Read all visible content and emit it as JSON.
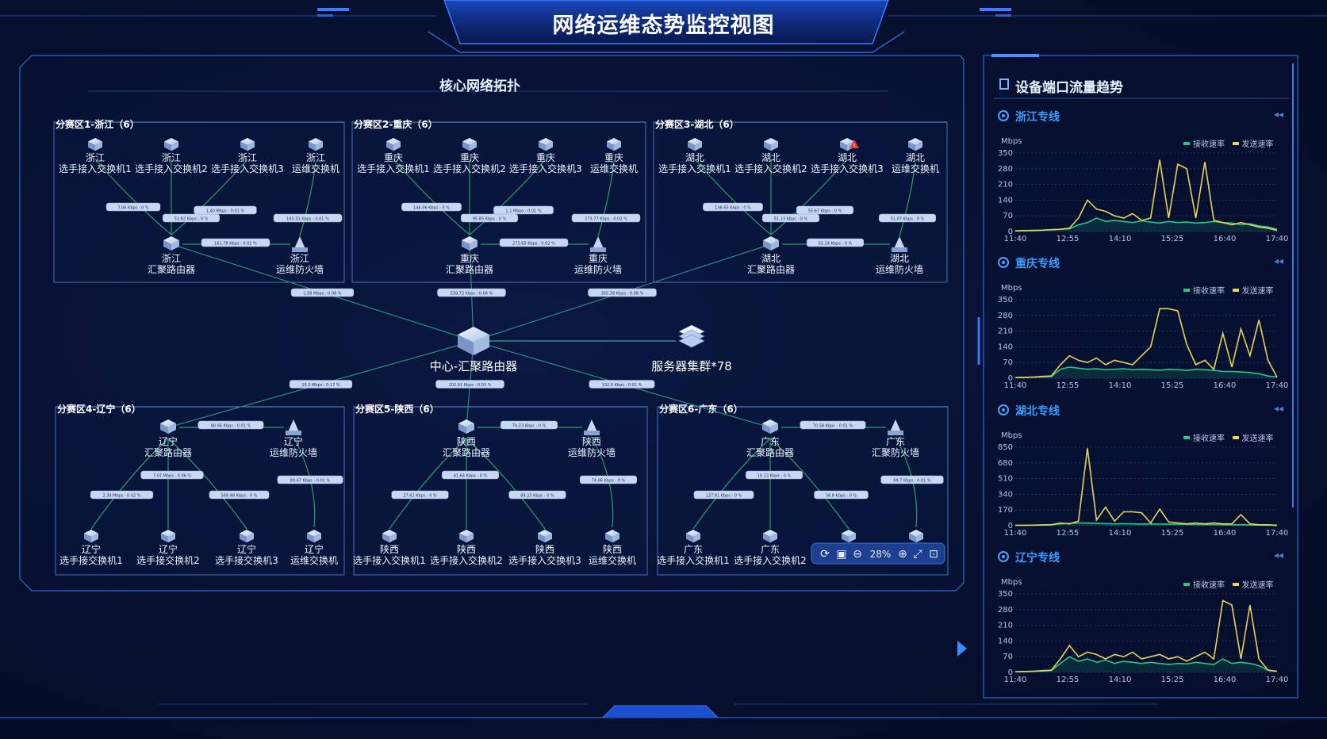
{
  "header": {
    "title": "网络运维态势监控视图"
  },
  "topology": {
    "title": "核心网络拓扑",
    "center": {
      "router_label": "中心-汇聚路由器",
      "server_label": "服务器集群*78"
    },
    "regions": [
      {
        "title": "分赛区1-浙江（6）",
        "switches": [
          {
            "l1": "浙江",
            "l2": "选手接入交换机1"
          },
          {
            "l1": "浙江",
            "l2": "选手接入交换机2"
          },
          {
            "l1": "浙江",
            "l2": "选手接入交换机3"
          },
          {
            "l1": "浙江",
            "l2": "运维交换机"
          }
        ],
        "router": {
          "l1": "浙江",
          "l2": "汇聚路由器"
        },
        "firewall": {
          "l1": "浙江",
          "l2": "运维防火墙"
        },
        "link_rates": [
          "7.06 Kbps : 0 %",
          "52.82 Kbps : 0 %",
          "1.40 Mbps : 0.01 %",
          "163.31 Kbps : 0.01 %",
          "161.78 Kbps : 0.01 %"
        ],
        "uplink_rate": "1.58 Mbps : 0.08 %"
      },
      {
        "title": "分赛区2-重庆（6）",
        "switches": [
          {
            "l1": "重庆",
            "l2": "选手接入交换机1"
          },
          {
            "l1": "重庆",
            "l2": "选手接入交换机2"
          },
          {
            "l1": "重庆",
            "l2": "选手接入交换机3"
          },
          {
            "l1": "重庆",
            "l2": "运维交换机"
          }
        ],
        "router": {
          "l1": "重庆",
          "l2": "汇聚路由器"
        },
        "firewall": {
          "l1": "重庆",
          "l2": "运维防火墙"
        },
        "link_rates": [
          "146.06 Kbps : 0 %",
          "95.85 Kbps : 0 %",
          "1.1 Mbps : 0.01 %",
          "273.77 Kbps : 0.02 %",
          "273.65 Kbps : 0.02 %"
        ],
        "uplink_rate": "539.72 Kbps : 0.04 %"
      },
      {
        "title": "分赛区3-湖北（6）",
        "switches": [
          {
            "l1": "湖北",
            "l2": "选手接入交换机1"
          },
          {
            "l1": "湖北",
            "l2": "选手接入交换机2"
          },
          {
            "l1": "湖北",
            "l2": "选手接入交换机3"
          },
          {
            "l1": "湖北",
            "l2": "运维交换机"
          }
        ],
        "router": {
          "l1": "湖北",
          "l2": "汇聚路由器"
        },
        "firewall": {
          "l1": "湖北",
          "l2": "运维防火墙"
        },
        "link_rates": [
          "136.65 Kbps : 0 %",
          "51.13 Kbps : 0 %",
          "55.67 Kbps : 0 %",
          "51.07 Kbps : 0 %",
          "51.24 Kbps : 0 %"
        ],
        "uplink_rate": "365.38 Kbps : 0.08 %"
      },
      {
        "title": "分赛区4-辽宁（6）",
        "switches": [
          {
            "l1": "辽宁",
            "l2": "选手接交换机1"
          },
          {
            "l1": "辽宁",
            "l2": "选手接交换机2"
          },
          {
            "l1": "辽宁",
            "l2": "选手接交换机3"
          },
          {
            "l1": "辽宁",
            "l2": "运维交换机"
          }
        ],
        "router": {
          "l1": "辽宁",
          "l2": "汇聚路由器"
        },
        "firewall": {
          "l1": "辽宁",
          "l2": "运维防火墙"
        },
        "link_rates": [
          "2.39 Mbps : 0.02 %",
          "7.07 Mbps : 0.06 %",
          "569.48 Kbps : 0 %",
          "80.67 Kbps : 0.01 %",
          "80.95 Kbps : 0.01 %"
        ],
        "uplink_rate": "10.2 Mbps : 0.17 %"
      },
      {
        "title": "分赛区5-陕西（6）",
        "switches": [
          {
            "l1": "陕西",
            "l2": "选手接入交换机1"
          },
          {
            "l1": "陕西",
            "l2": "选手接入交换机2"
          },
          {
            "l1": "陕西",
            "l2": "选手接入交换机3"
          },
          {
            "l1": "陕西",
            "l2": "运维交换机"
          }
        ],
        "router": {
          "l1": "陕西",
          "l2": "汇聚路由器"
        },
        "firewall": {
          "l1": "陕西",
          "l2": "运维防火墙"
        },
        "link_rates": [
          "27.62 Kbps : 0 %",
          "41.64 Kbps : 0 %",
          "89.23 Kbps : 0 %",
          "74.06 Kbps : 0 %",
          "74.23 Kbps : 0 %"
        ],
        "uplink_rate": "102.91 Kbps : 0.03 %"
      },
      {
        "title": "分赛区6-广东（6）",
        "switches": [
          {
            "l1": "广东",
            "l2": "选手接入交换机1"
          },
          {
            "l1": "广东",
            "l2": "选手接入交换机2"
          },
          {
            "l1": "",
            "l2": ""
          },
          {
            "l1": "",
            "l2": ""
          }
        ],
        "router": {
          "l1": "广东",
          "l2": "汇聚路由器"
        },
        "firewall": {
          "l1": "广东",
          "l2": "汇聚防火墙"
        },
        "link_rates": [
          "127.91 Kbps : 0 %",
          "10.13 Kbps : 0 %",
          "56.8 Kbps : 0 %",
          "69.7 Kbps : 0.01 %",
          "70.58 Kbps : 0.01 %"
        ],
        "uplink_rate": "132.8 Kbps : 0.01 %"
      }
    ],
    "toolbar": {
      "zoom": "28%"
    }
  },
  "traffic_panel": {
    "title": "设备端口流量趋势",
    "legend_recv": "接收速率",
    "legend_send": "发送速率",
    "unit": "Mbps",
    "colors": {
      "recv": "#22c88a",
      "send": "#e8d35a",
      "accent": "#3c9cff"
    },
    "x_ticks": [
      "11:40",
      "12:55",
      "14:10",
      "15:25",
      "16:40",
      "17:40"
    ],
    "charts": [
      {
        "name": "浙江专线",
        "y_ticks": [
          "350",
          "280",
          "210",
          "140",
          "70",
          "0"
        ],
        "chart_data": {
          "type": "line",
          "ylim": [
            0,
            350
          ],
          "x": [
            "11:40",
            "12:55",
            "14:10",
            "15:25",
            "16:40",
            "17:40"
          ],
          "series": [
            {
              "name": "接收速率",
              "values": [
                3,
                5,
                4,
                6,
                8,
                10,
                12,
                30,
                40,
                60,
                45,
                50,
                45,
                40,
                48,
                42,
                38,
                45,
                40,
                42,
                38,
                40,
                45,
                40,
                38,
                30,
                35,
                25,
                20,
                10
              ]
            },
            {
              "name": "发送速率",
              "values": [
                3,
                4,
                5,
                6,
                8,
                10,
                15,
                60,
                140,
                100,
                90,
                70,
                60,
                80,
                50,
                60,
                320,
                60,
                300,
                280,
                60,
                310,
                50,
                40,
                30,
                40,
                30,
                20,
                15,
                5
              ]
            }
          ]
        }
      },
      {
        "name": "重庆专线",
        "y_ticks": [
          "350",
          "280",
          "210",
          "140",
          "70",
          "0"
        ],
        "chart_data": {
          "type": "line",
          "ylim": [
            0,
            350
          ],
          "x": [
            "11:40",
            "12:55",
            "14:10",
            "15:25",
            "16:40",
            "17:40"
          ],
          "series": [
            {
              "name": "接收速率",
              "values": [
                3,
                4,
                5,
                6,
                8,
                40,
                50,
                45,
                40,
                42,
                38,
                40,
                42,
                38,
                40,
                38,
                36,
                40,
                38,
                35,
                40,
                38,
                35,
                30,
                30,
                28,
                25,
                20,
                10,
                5
              ]
            },
            {
              "name": "发送速率",
              "values": [
                3,
                4,
                5,
                8,
                10,
                60,
                100,
                80,
                70,
                90,
                60,
                80,
                70,
                60,
                100,
                140,
                310,
                310,
                300,
                150,
                60,
                80,
                40,
                200,
                50,
                220,
                100,
                260,
                80,
                5
              ]
            }
          ]
        }
      },
      {
        "name": "湖北专线",
        "y_ticks": [
          "850",
          "680",
          "510",
          "340",
          "170",
          "0"
        ],
        "chart_data": {
          "type": "line",
          "ylim": [
            0,
            850
          ],
          "x": [
            "11:40",
            "12:55",
            "14:10",
            "15:25",
            "16:40",
            "17:40"
          ],
          "series": [
            {
              "name": "接收速率",
              "values": [
                5,
                5,
                6,
                8,
                10,
                20,
                25,
                30,
                28,
                25,
                22,
                20,
                22,
                20,
                18,
                20,
                18,
                16,
                18,
                15,
                14,
                12,
                12,
                10,
                10,
                10,
                8,
                6,
                5,
                5
              ]
            },
            {
              "name": "发送速率",
              "values": [
                5,
                5,
                6,
                8,
                10,
                30,
                20,
                50,
                840,
                60,
                200,
                50,
                150,
                150,
                140,
                30,
                180,
                40,
                30,
                20,
                30,
                20,
                30,
                20,
                20,
                120,
                20,
                10,
                10,
                5
              ]
            }
          ]
        }
      },
      {
        "name": "辽宁专线",
        "y_ticks": [
          "350",
          "280",
          "210",
          "140",
          "70",
          "0"
        ],
        "chart_data": {
          "type": "line",
          "ylim": [
            0,
            350
          ],
          "x": [
            "11:40",
            "12:55",
            "14:10",
            "15:25",
            "16:40",
            "17:40"
          ],
          "series": [
            {
              "name": "接收速率",
              "values": [
                3,
                4,
                5,
                6,
                8,
                40,
                70,
                50,
                60,
                45,
                55,
                40,
                50,
                45,
                40,
                45,
                40,
                35,
                40,
                38,
                45,
                40,
                35,
                60,
                40,
                45,
                40,
                30,
                10,
                5
              ]
            },
            {
              "name": "发送速率",
              "values": [
                3,
                4,
                5,
                8,
                10,
                60,
                120,
                70,
                90,
                80,
                60,
                80,
                70,
                90,
                60,
                70,
                80,
                60,
                70,
                50,
                70,
                90,
                60,
                320,
                300,
                60,
                300,
                60,
                10,
                5
              ]
            }
          ]
        }
      }
    ]
  }
}
